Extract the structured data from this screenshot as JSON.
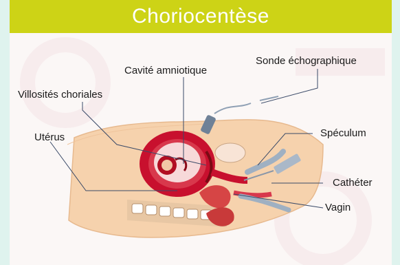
{
  "title": "Choriocentèse",
  "labels": {
    "cavite": "Cavité amniotique",
    "sonde": "Sonde échographique",
    "villosites": "Villosités choriales",
    "uterus": "Utérus",
    "speculum": "Spéculum",
    "catheter": "Cathéter",
    "vagin": "Vagin"
  },
  "colors": {
    "title_bar": "#cdd316",
    "background_outer": "#dff3ee",
    "panel": "#fbf7f6",
    "skin": "#f6d2ad",
    "uterus": "#c8102e",
    "leader_line": "#3a4a68",
    "instrument": "#8fa0b4"
  }
}
